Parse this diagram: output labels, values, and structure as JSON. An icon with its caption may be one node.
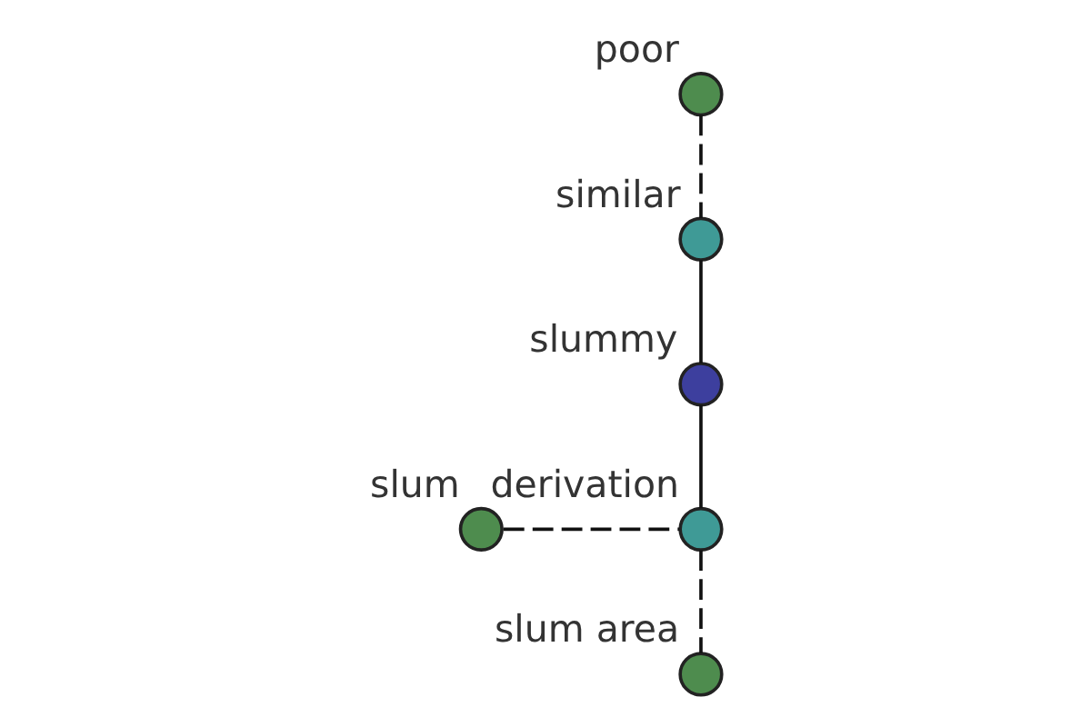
{
  "diagram": {
    "nodes": [
      {
        "text": [
          "poor"
        ]
      },
      {
        "text": [
          "similar"
        ]
      },
      {
        "text": [
          "slummy"
        ]
      },
      {
        "text": [
          "slum"
        ]
      },
      {
        "text": [
          "derivation"
        ]
      },
      {
        "text": [
          "slum area"
        ]
      }
    ],
    "edges": [
      {
        "from": 0,
        "to": 1,
        "arrow": "none",
        "style": "dashed"
      },
      {
        "from": 1,
        "to": 2,
        "arrow": "none"
      },
      {
        "from": 2,
        "to": 4,
        "arrow": "none"
      },
      {
        "from": 3,
        "to": 4,
        "arrow": "none",
        "style": "dashed"
      },
      {
        "from": 4,
        "to": 5,
        "arrow": "none",
        "style": "dashed"
      }
    ]
  }
}
